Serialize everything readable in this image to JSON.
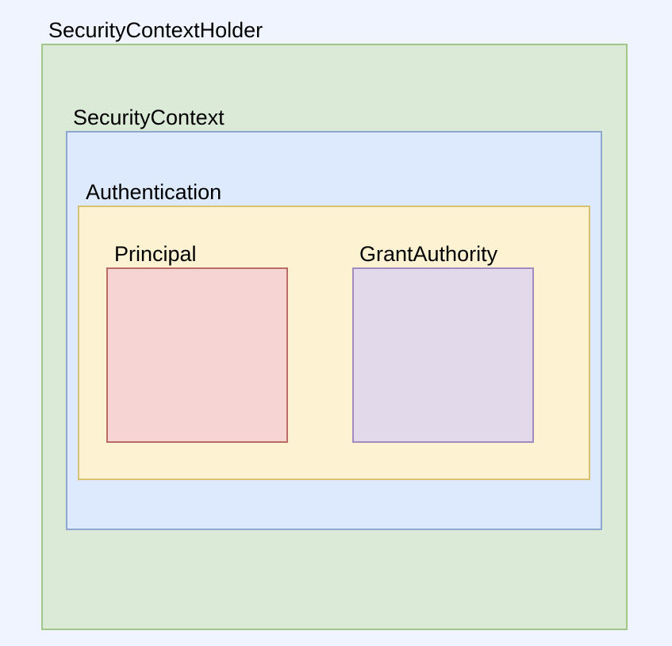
{
  "diagram": {
    "holder": {
      "label": "SecurityContextHolder",
      "fill": "#dbe9d7",
      "stroke": "#a3c68a"
    },
    "context": {
      "label": "SecurityContext",
      "fill": "#dde9fc",
      "stroke": "#8ea7cf"
    },
    "authentication": {
      "label": "Authentication",
      "fill": "#fdf3d2",
      "stroke": "#d7c172"
    },
    "principal": {
      "label": "Principal",
      "fill": "#f6d4d3",
      "stroke": "#bb6a66"
    },
    "grant_authority": {
      "label": "GrantAuthority",
      "fill": "#e2d9eb",
      "stroke": "#a38bbf"
    }
  }
}
